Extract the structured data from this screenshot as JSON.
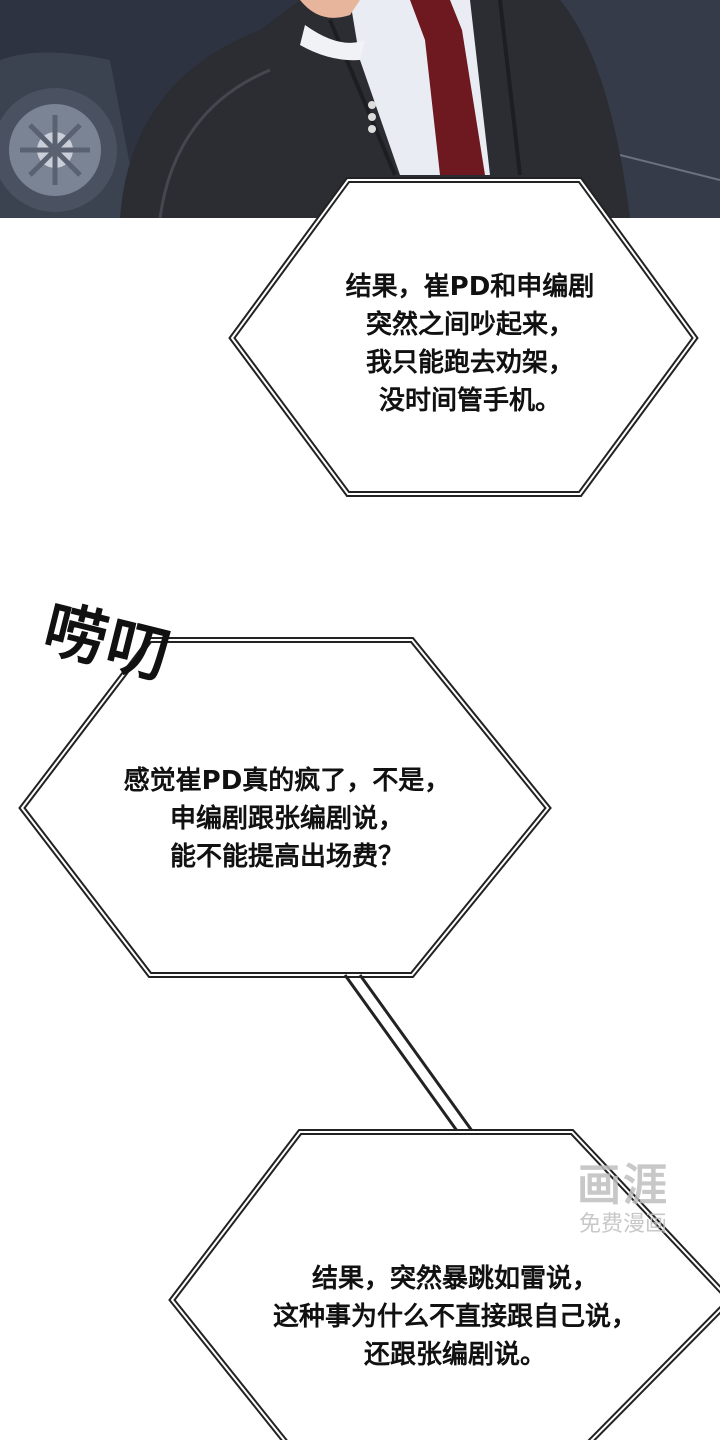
{
  "bubbles": [
    {
      "lines": [
        "结果，崔PD和申编剧",
        "突然之间吵起来，",
        "我只能跑去劝架，",
        "没时间管手机。"
      ]
    },
    {
      "lines": [
        "感觉崔PD真的疯了，不是，",
        "申编剧跟张编剧说，",
        "能不能提高出场费？"
      ]
    },
    {
      "lines": [
        "结果，突然暴跳如雷说，",
        "这种事为什么不直接跟自己说，",
        "还跟张编剧说。"
      ]
    }
  ],
  "sfx": "唠叨",
  "watermark": {
    "logo": "画涯",
    "subtitle": "免费漫画"
  },
  "colors": {
    "suit": "#2b2d33",
    "shirt": "#e9ecf3",
    "tie": "#6e1820",
    "car": "#3b4250",
    "bubble_border": "#222222"
  }
}
